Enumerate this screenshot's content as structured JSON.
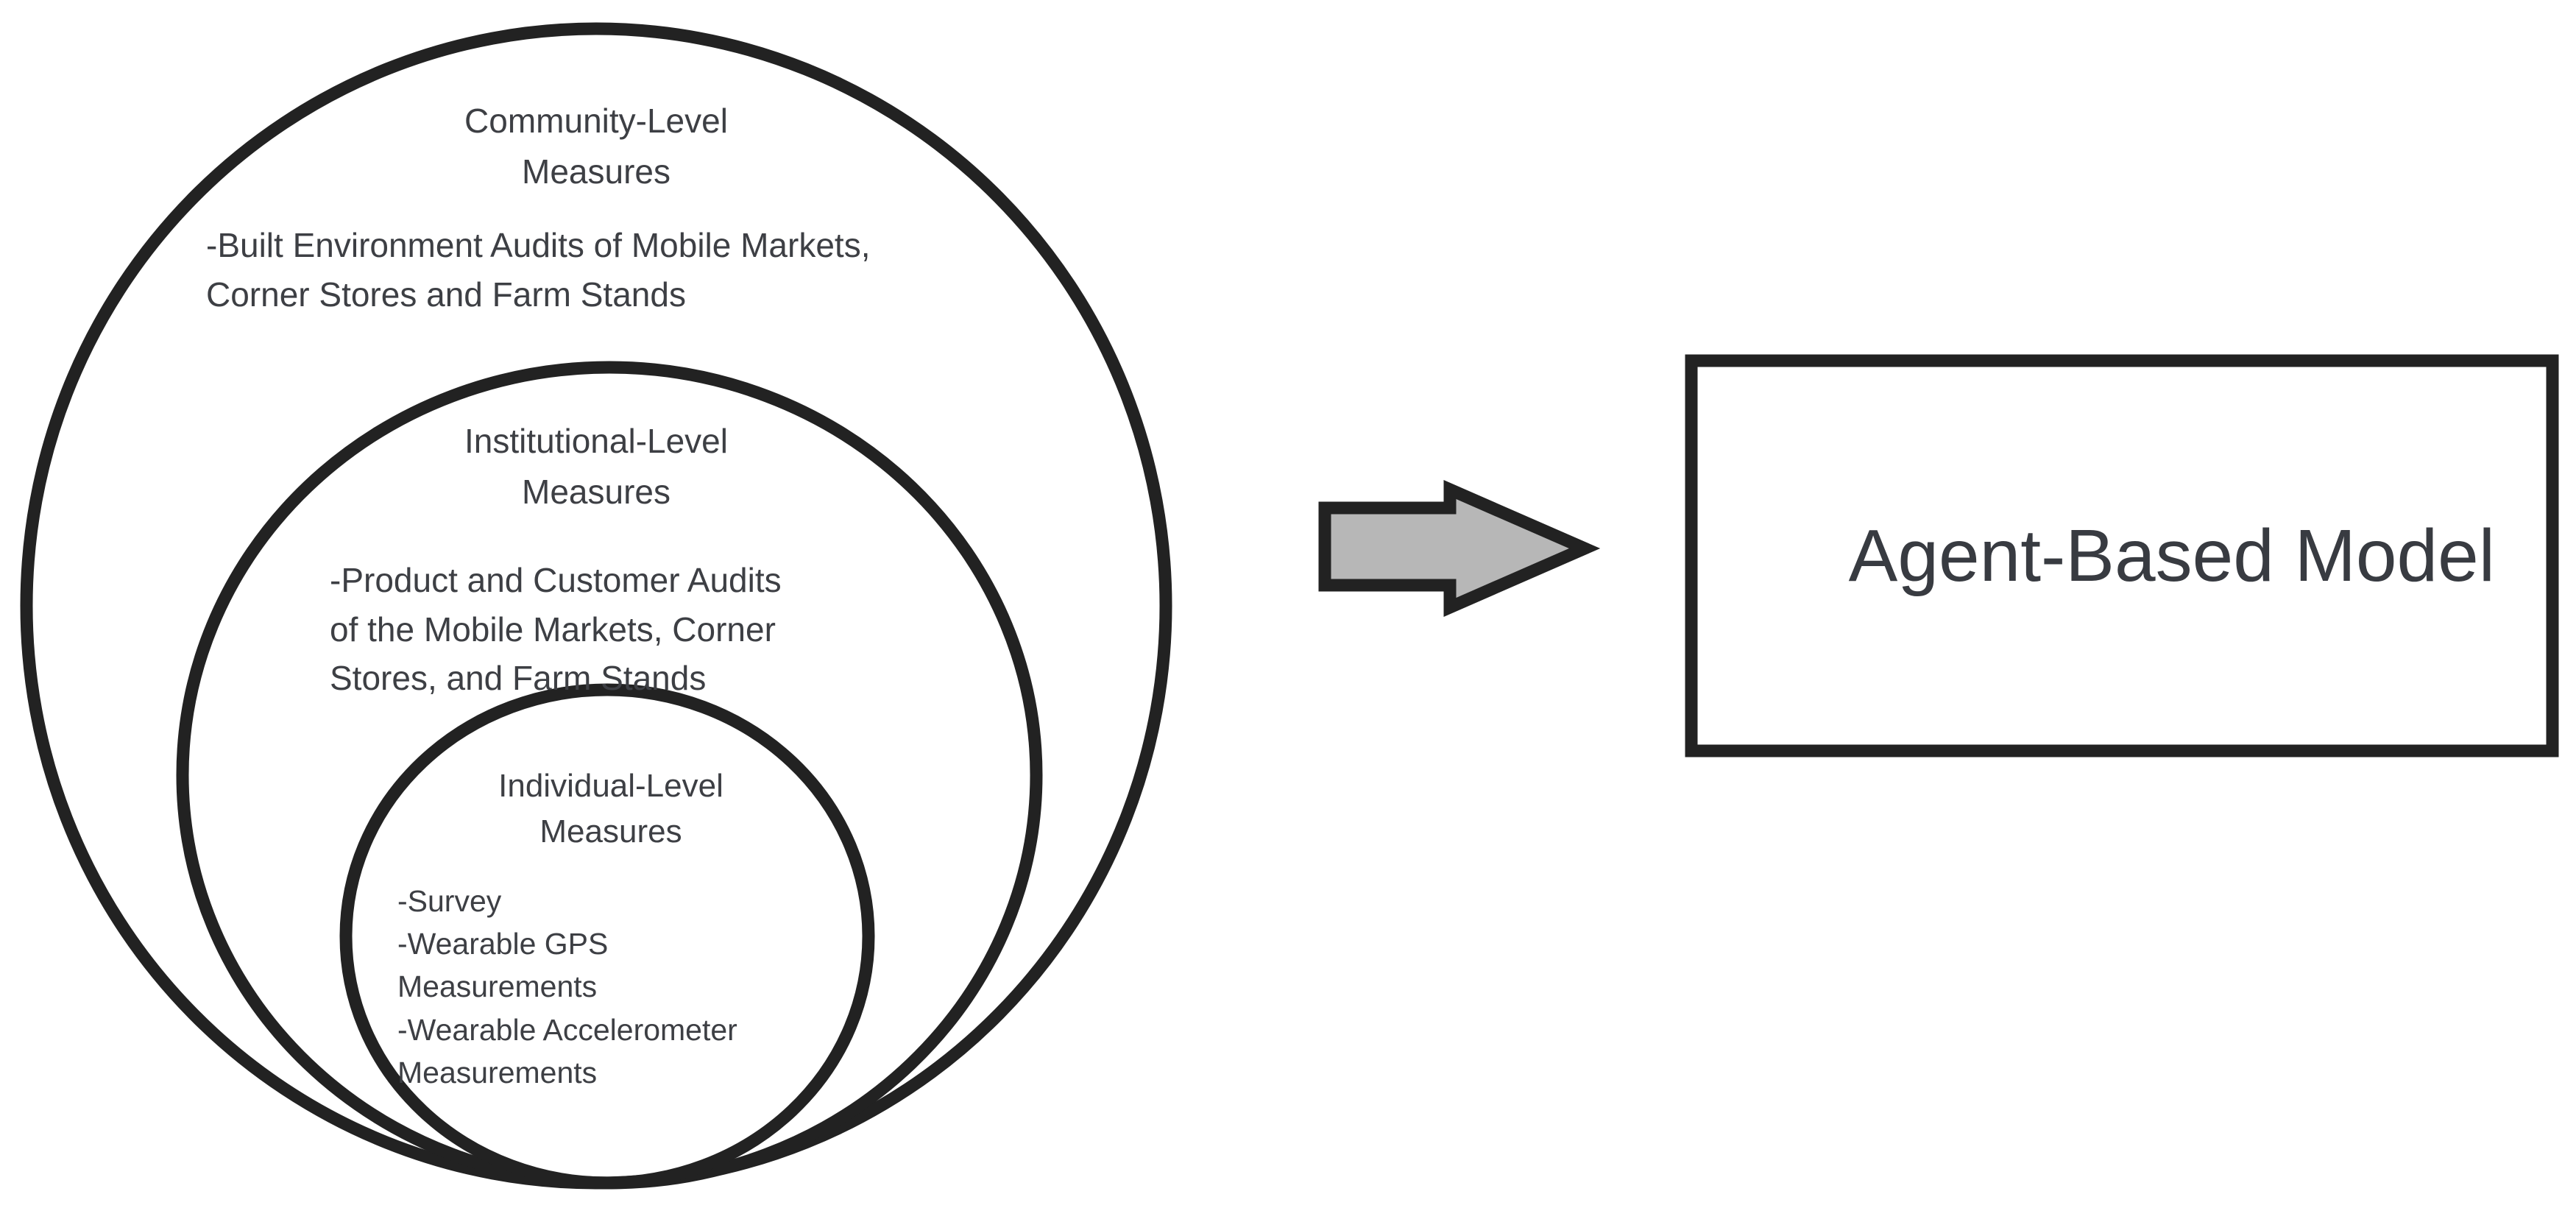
{
  "community": {
    "title": [
      "Community-Level",
      "Measures"
    ],
    "items": [
      "-Built Environment Audits of Mobile Markets,",
      "Corner Stores and Farm Stands"
    ]
  },
  "institutional": {
    "title": [
      "Institutional-Level",
      "Measures"
    ],
    "items": [
      "-Product and Customer Audits",
      "of the Mobile Markets, Corner",
      "Stores, and Farm Stands"
    ]
  },
  "individual": {
    "title": [
      "Individual-Level",
      "Measures"
    ],
    "items": [
      "-Survey",
      "-Wearable GPS",
      "Measurements",
      "-Wearable Accelerometer",
      "Measurements"
    ]
  },
  "model": {
    "label": "Agent-Based Model"
  },
  "colors": {
    "stroke": "#222222",
    "arrow_fill": "#b7b7b7",
    "text": "#3d3f44"
  }
}
